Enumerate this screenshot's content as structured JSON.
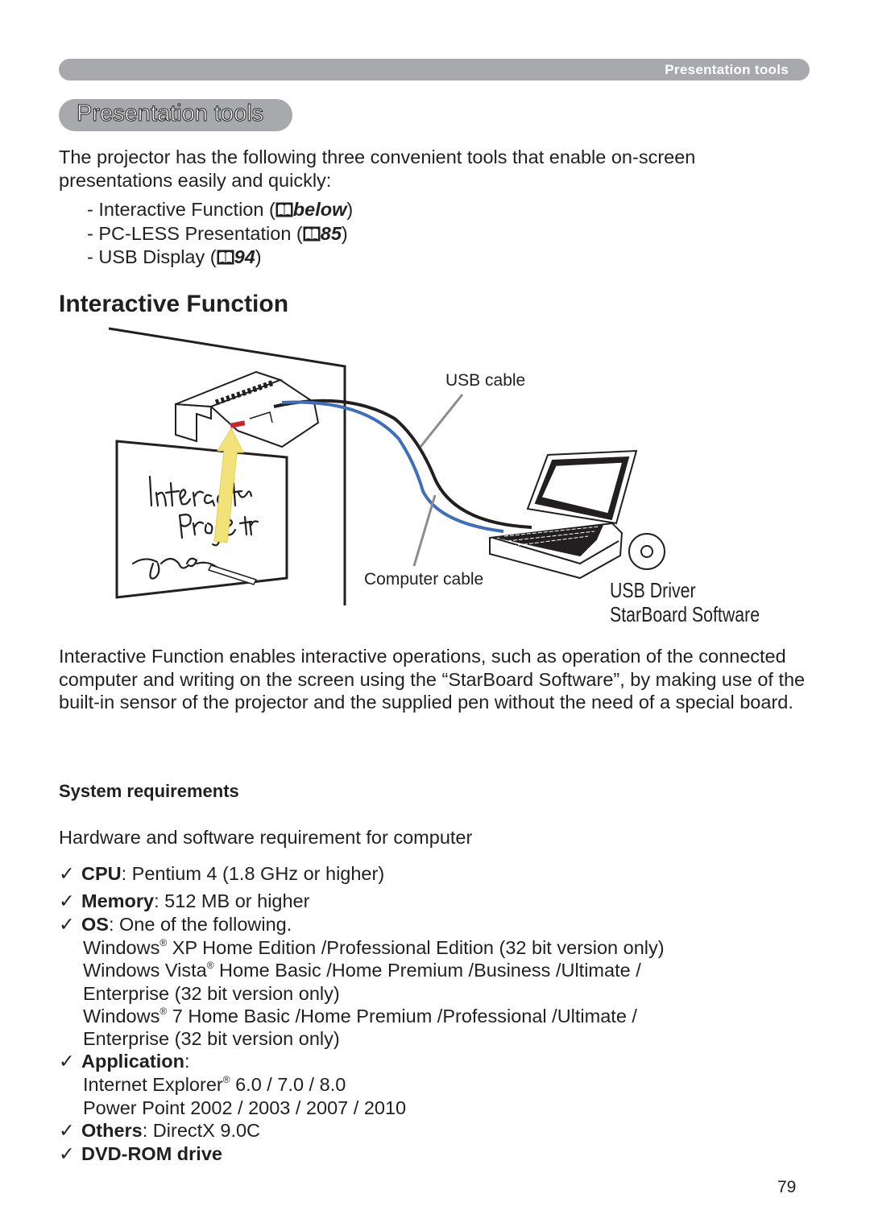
{
  "header": {
    "label": "Presentation tools"
  },
  "section": {
    "title": "Presentation tools",
    "intro": "The projector has the following three convenient tools that enable on-screen presentations easily and quickly:",
    "tools": [
      {
        "prefix": "- Interactive Function (",
        "ref": "below",
        "suffix": ")"
      },
      {
        "prefix": "- PC-LESS Presentation (",
        "ref": "85",
        "suffix": ")"
      },
      {
        "prefix": "- USB Display (",
        "ref": "94",
        "suffix": ")"
      }
    ]
  },
  "interactive": {
    "heading": "Interactive Function",
    "diagram": {
      "usb_cable": "USB cable",
      "computer_cable": "Computer cable",
      "usb_driver": "USB Driver",
      "starboard": "StarBoard Software",
      "board_text_1": "Interactive",
      "board_text_2": "Projector"
    },
    "description": "Interactive Function enables interactive operations, such as operation of the connected computer and writing on the screen using the “StarBoard Software”, by making use of the built-in sensor of the projector and the supplied pen without the need of a special board."
  },
  "requirements": {
    "heading": "System requirements",
    "intro": "Hardware and software requirement for computer",
    "check": "✓",
    "cpu": {
      "label": "CPU",
      "value": ": Pentium 4 (1.8 GHz or higher)"
    },
    "memory": {
      "label": "Memory",
      "value": ": 512 MB or higher"
    },
    "os": {
      "label": "OS",
      "value": ": One of the following."
    },
    "os_lines": {
      "xp_a": "Windows",
      "reg": "®",
      "xp_b": " XP Home Edition /Professional Edition (32 bit version only)",
      "vista_a": "Windows Vista",
      "vista_b": " Home Basic /Home Premium /Business /Ultimate /",
      "vista_c": "Enterprise (32 bit version only)",
      "w7_a": "Windows",
      "w7_b": " 7 Home Basic /Home Premium /Professional /Ultimate /",
      "w7_c": "Enterprise (32 bit version only)"
    },
    "application": {
      "label": "Application",
      "value": ":"
    },
    "app_lines": {
      "ie_a": "Internet Explorer",
      "ie_b": " 6.0 / 7.0 / 8.0",
      "pp": "Power Point 2002 / 2003 / 2007 / 2010"
    },
    "others": {
      "label": "Others",
      "value": ": DirectX 9.0C"
    },
    "dvd": {
      "label": "DVD-ROM drive"
    }
  },
  "page_number": "79"
}
